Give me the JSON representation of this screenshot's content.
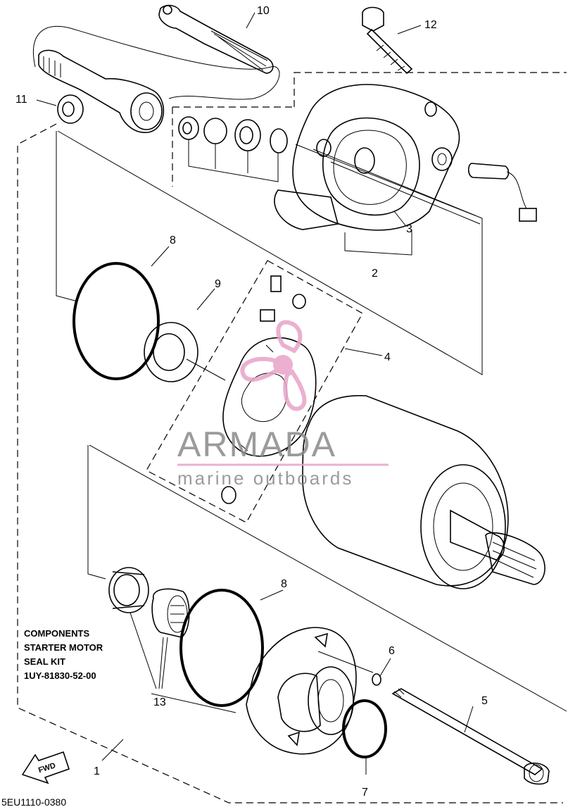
{
  "callouts": [
    {
      "id": "1",
      "label": "1"
    },
    {
      "id": "2",
      "label": "2"
    },
    {
      "id": "3",
      "label": "3"
    },
    {
      "id": "4",
      "label": "4"
    },
    {
      "id": "5",
      "label": "5"
    },
    {
      "id": "6",
      "label": "6"
    },
    {
      "id": "7",
      "label": "7"
    },
    {
      "id": "8a",
      "label": "8"
    },
    {
      "id": "8b",
      "label": "8"
    },
    {
      "id": "9",
      "label": "9"
    },
    {
      "id": "10",
      "label": "10"
    },
    {
      "id": "11",
      "label": "11"
    },
    {
      "id": "12",
      "label": "12"
    },
    {
      "id": "13",
      "label": "13"
    }
  ],
  "kit_box": {
    "line1": "COMPONENTS",
    "line2": "STARTER MOTOR",
    "line3": "SEAL KIT",
    "part_number": "1UY-81830-52-00"
  },
  "fwd_label": "FWD",
  "diagram_code": "5EU1110-0380",
  "watermark": {
    "title": "ARMADA",
    "subtitle": "marine outboards",
    "color_accent": "#e8a3c8",
    "color_text": "#8a8a8a"
  }
}
